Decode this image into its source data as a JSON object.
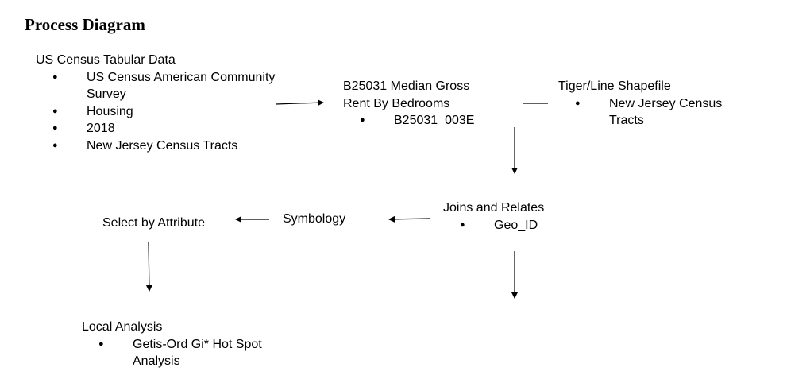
{
  "title": "Process Diagram",
  "nodes": {
    "census": {
      "heading": "US Census Tabular Data",
      "items": [
        "US Census American Community Survey",
        "Housing",
        "2018",
        "New Jersey Census Tracts"
      ]
    },
    "b25031": {
      "heading_line1": "B25031 Median Gross",
      "heading_line2": "Rent By Bedrooms",
      "items": [
        "B25031_003E"
      ]
    },
    "tiger": {
      "heading": "Tiger/Line Shapefile",
      "items": [
        "New Jersey Census Tracts"
      ]
    },
    "joins": {
      "heading": "Joins and Relates",
      "items": [
        "Geo_ID"
      ]
    },
    "symbology": {
      "heading": "Symbology"
    },
    "select": {
      "heading": "Select by Attribute"
    },
    "local": {
      "heading": "Local Analysis",
      "items": [
        "Getis-Ord Gi* Hot Spot Analysis"
      ]
    }
  }
}
